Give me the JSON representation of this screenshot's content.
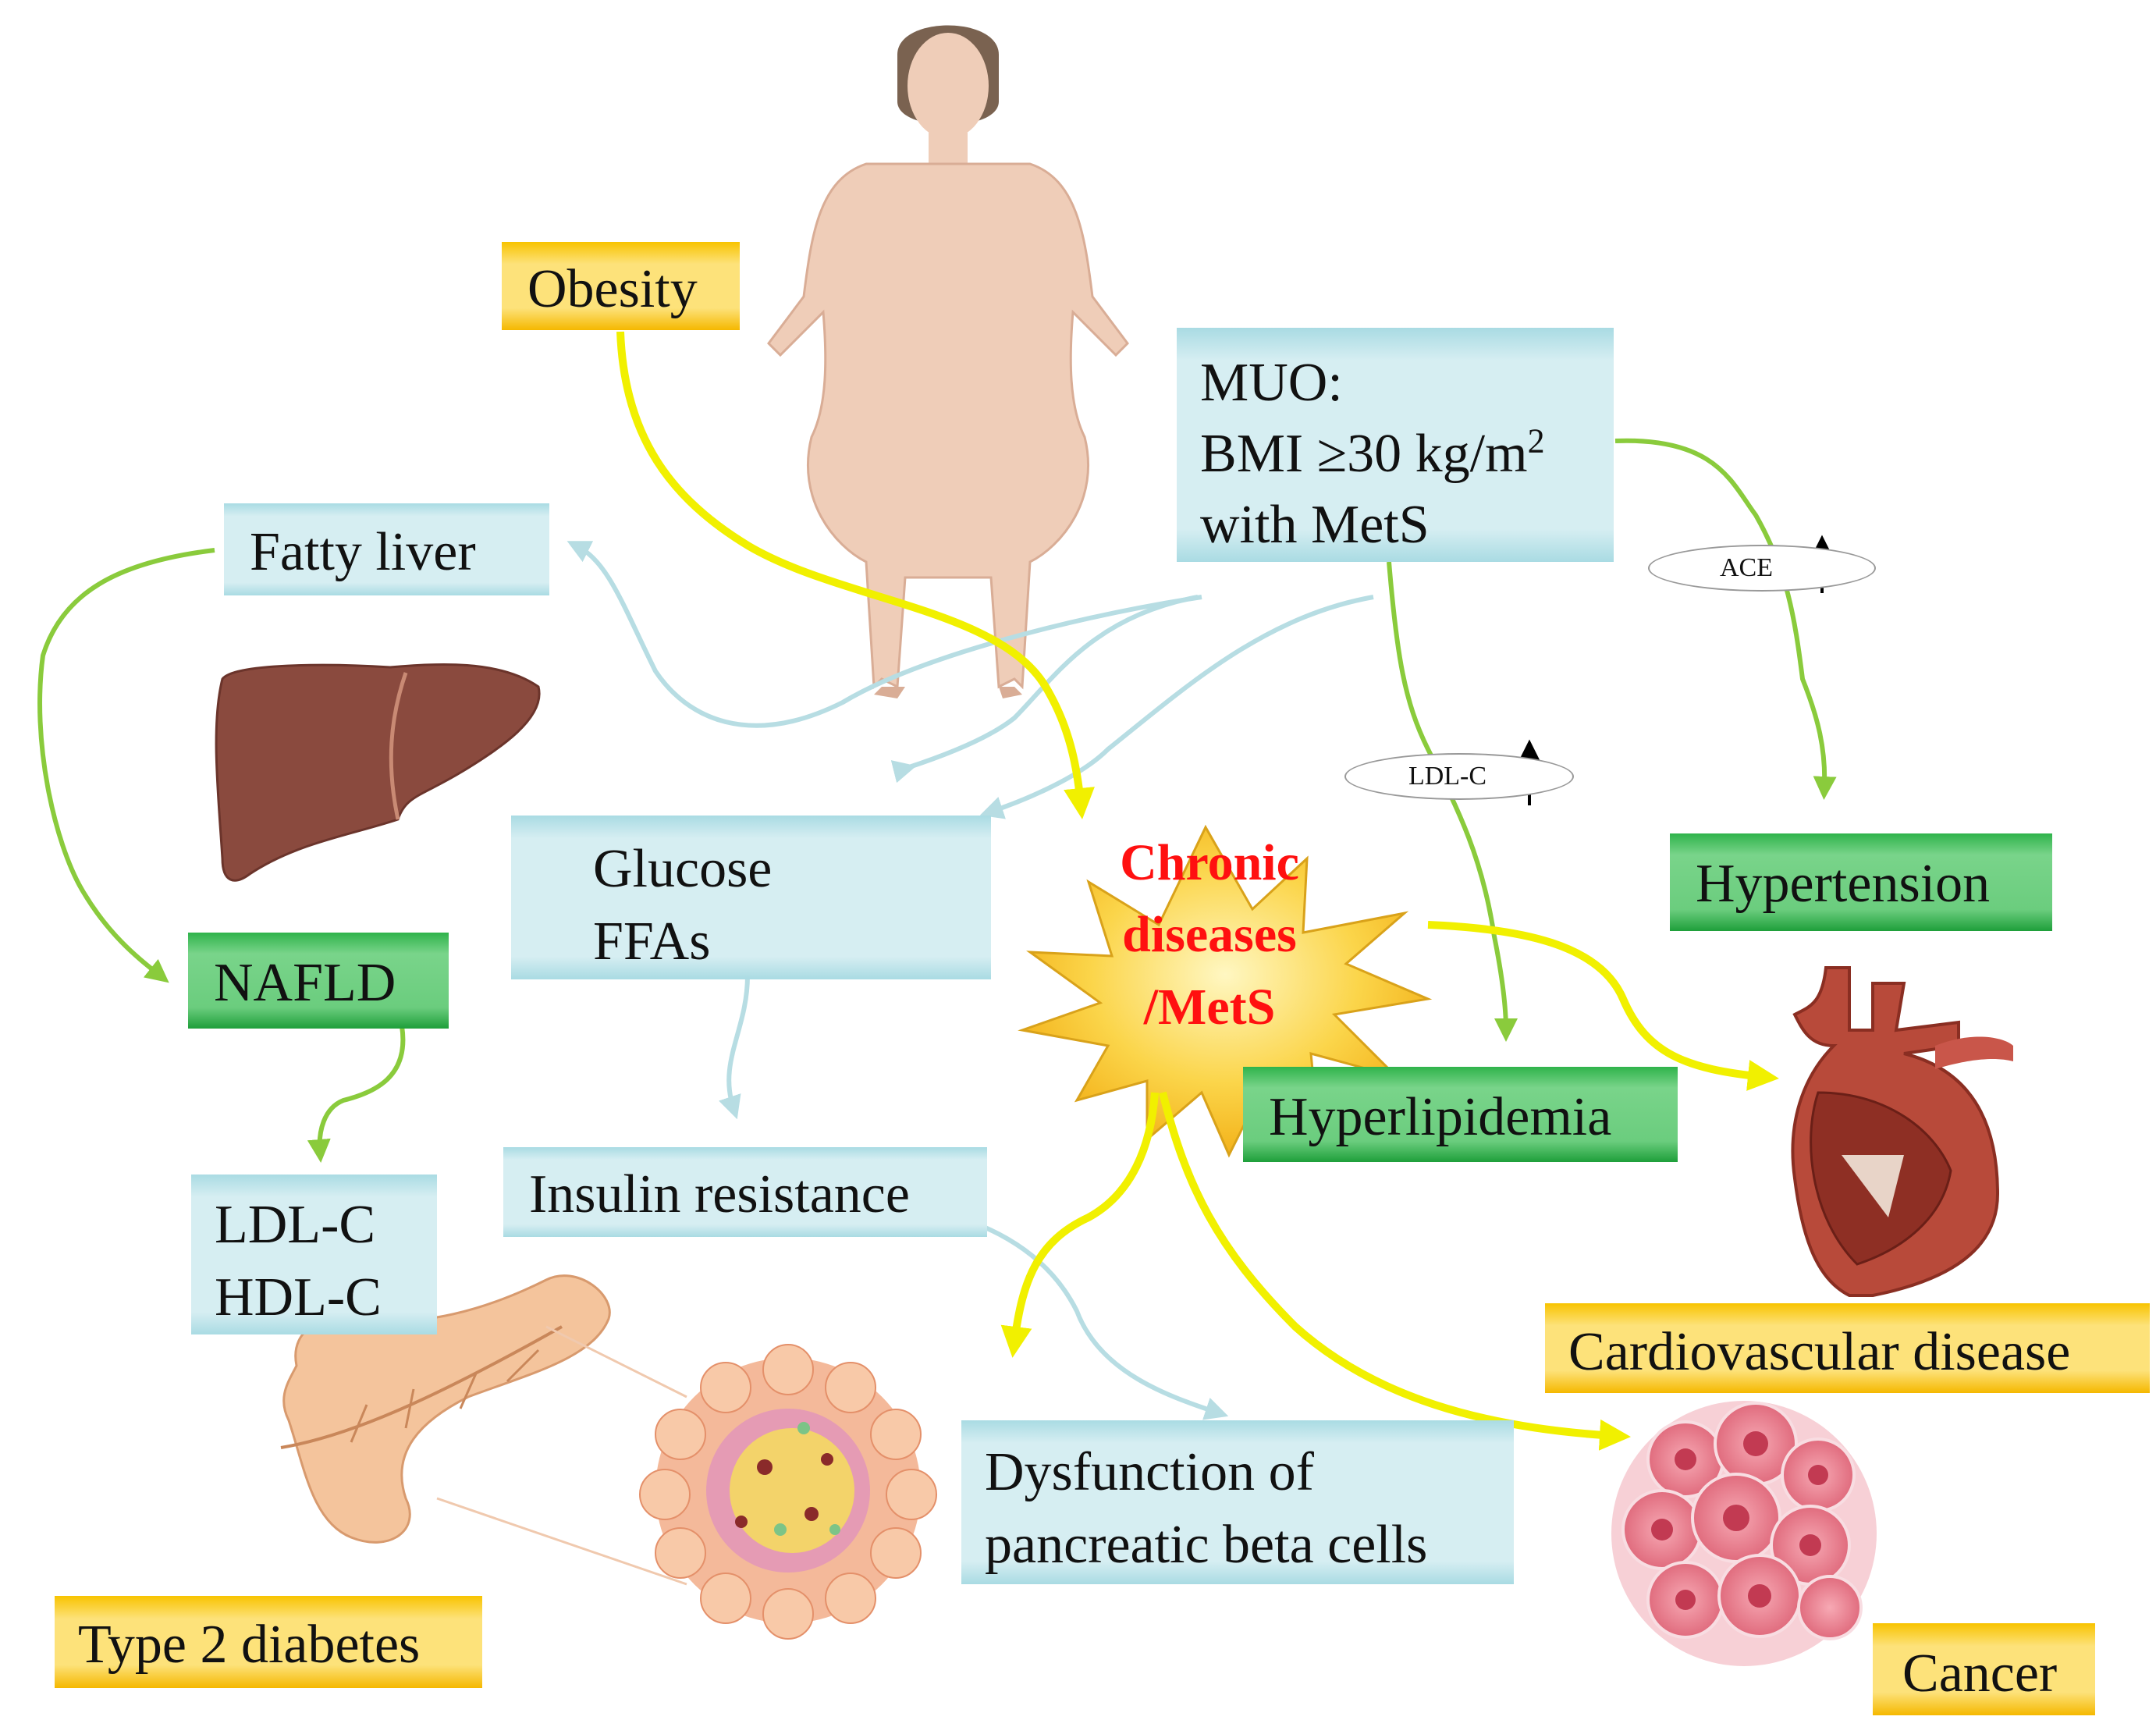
{
  "labels": {
    "obesity": "Obesity",
    "muo_line1": "MUO:",
    "muo_line2_prefix": "BMI ≥30 kg/m",
    "muo_line2_sup": "2",
    "muo_line3": "with MetS",
    "fatty_liver": "Fatty liver",
    "nafld": "NAFLD",
    "ldl": "LDL-C",
    "hdl": "HDL-C",
    "glucose": "Glucose",
    "ffas": "FFAs",
    "insulin_resistance": "Insulin resistance",
    "dysfunction_line1": "Dysfunction of",
    "dysfunction_line2": "pancreatic beta cells",
    "type2_diabetes": "Type 2 diabetes",
    "hypertension": "Hypertension",
    "hyperlipidemia": "Hyperlipidemia",
    "cardiovascular": "Cardiovascular disease",
    "cancer": "Cancer",
    "ace": "ACE",
    "ldl_oval": "LDL-C"
  },
  "center": {
    "line1": "Chronic",
    "line2": "diseases",
    "line3": "/MetS"
  },
  "colors": {
    "yellow_arrow": "#f1f000",
    "green_arrow": "#8acb3c",
    "blue_arrow": "#b7dde3",
    "center_text": "#ff1010",
    "burst_fill": "#f9c933"
  },
  "icons": [
    "person-figure-illustration",
    "liver-illustration",
    "pancreas-illustration",
    "islet-illustration",
    "heart-illustration",
    "cancer-cells-illustration"
  ]
}
